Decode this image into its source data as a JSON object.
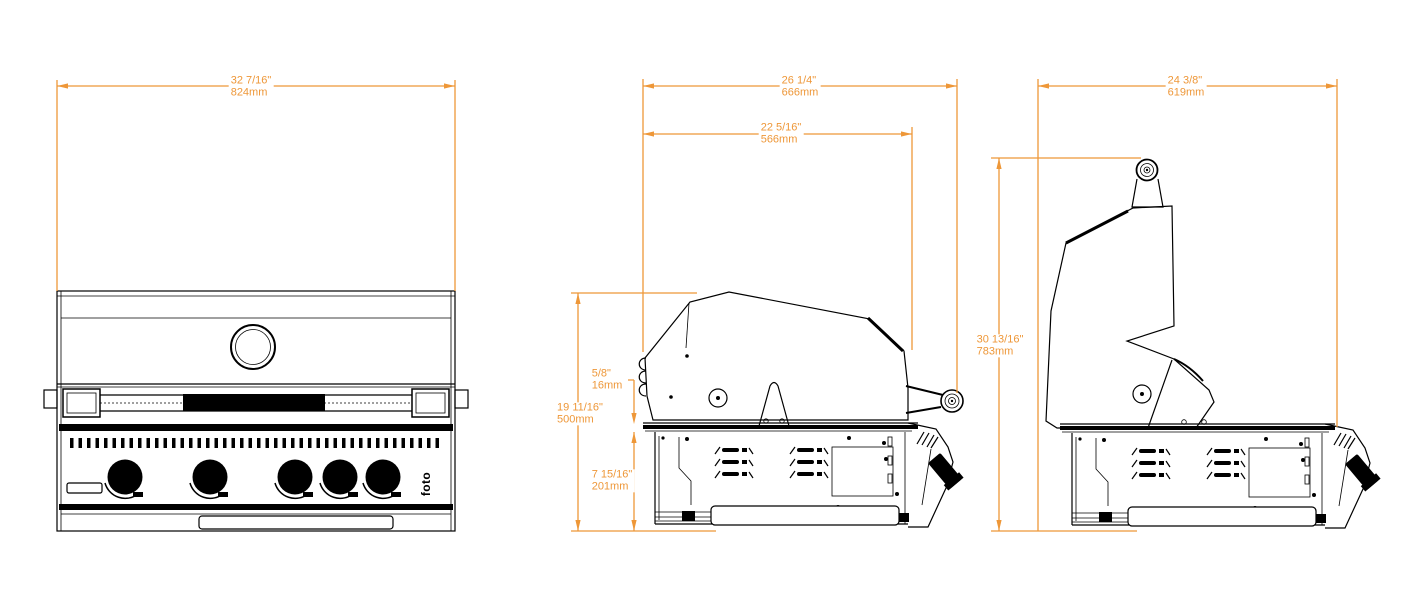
{
  "colors": {
    "dimension_accent": "#EE9738",
    "line_art": "#000000"
  },
  "brand_logo_text": "foto",
  "views": {
    "front": {
      "dims": {
        "width": {
          "inches": "32 7/16\"",
          "mm": "824mm"
        }
      }
    },
    "side_closed": {
      "dims": {
        "depth_overall": {
          "inches": "26 1/4\"",
          "mm": "666mm"
        },
        "depth_body": {
          "inches": "22 5/16\"",
          "mm": "566mm"
        },
        "flange_lip": {
          "inches": "5/8\"",
          "mm": "16mm"
        },
        "height_total": {
          "inches": "19 11/16\"",
          "mm": "500mm"
        },
        "height_below": {
          "inches": "7 15/16\"",
          "mm": "201mm"
        }
      }
    },
    "side_open": {
      "dims": {
        "depth": {
          "inches": "24 3/8\"",
          "mm": "619mm"
        },
        "height_lid_open": {
          "inches": "30 13/16\"",
          "mm": "783mm"
        }
      }
    }
  }
}
